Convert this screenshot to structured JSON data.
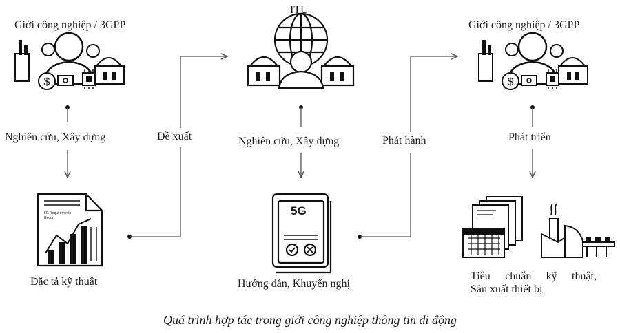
{
  "left_column": {
    "title": "Giới công nghiệp / 3GPP",
    "step_label": "Nghiên cứu, Xây dựng",
    "output_label": "Đặc tả kỹ thuật",
    "report_heading": [
      "5G Requirements",
      "Report"
    ]
  },
  "middle_column": {
    "title": "ITU",
    "step_label": "Nghiên cứu, Xây dựng",
    "output_label": "Hướng dẫn, Khuyến nghị",
    "book_text": "5G"
  },
  "right_column": {
    "title": "Giới công nghiệp / 3GPP",
    "step_label": "Phát triển",
    "output_line1_words": [
      "Tiêu",
      "chuẩn",
      "kỹ",
      "thuật,"
    ],
    "output_line2": "Sản xuất thiết bị"
  },
  "connectors": {
    "propose_label": "Đề xuất",
    "publish_label": "Phát hành"
  },
  "caption": "Quá trình hợp tác trong giới công nghiệp thông tin di động"
}
